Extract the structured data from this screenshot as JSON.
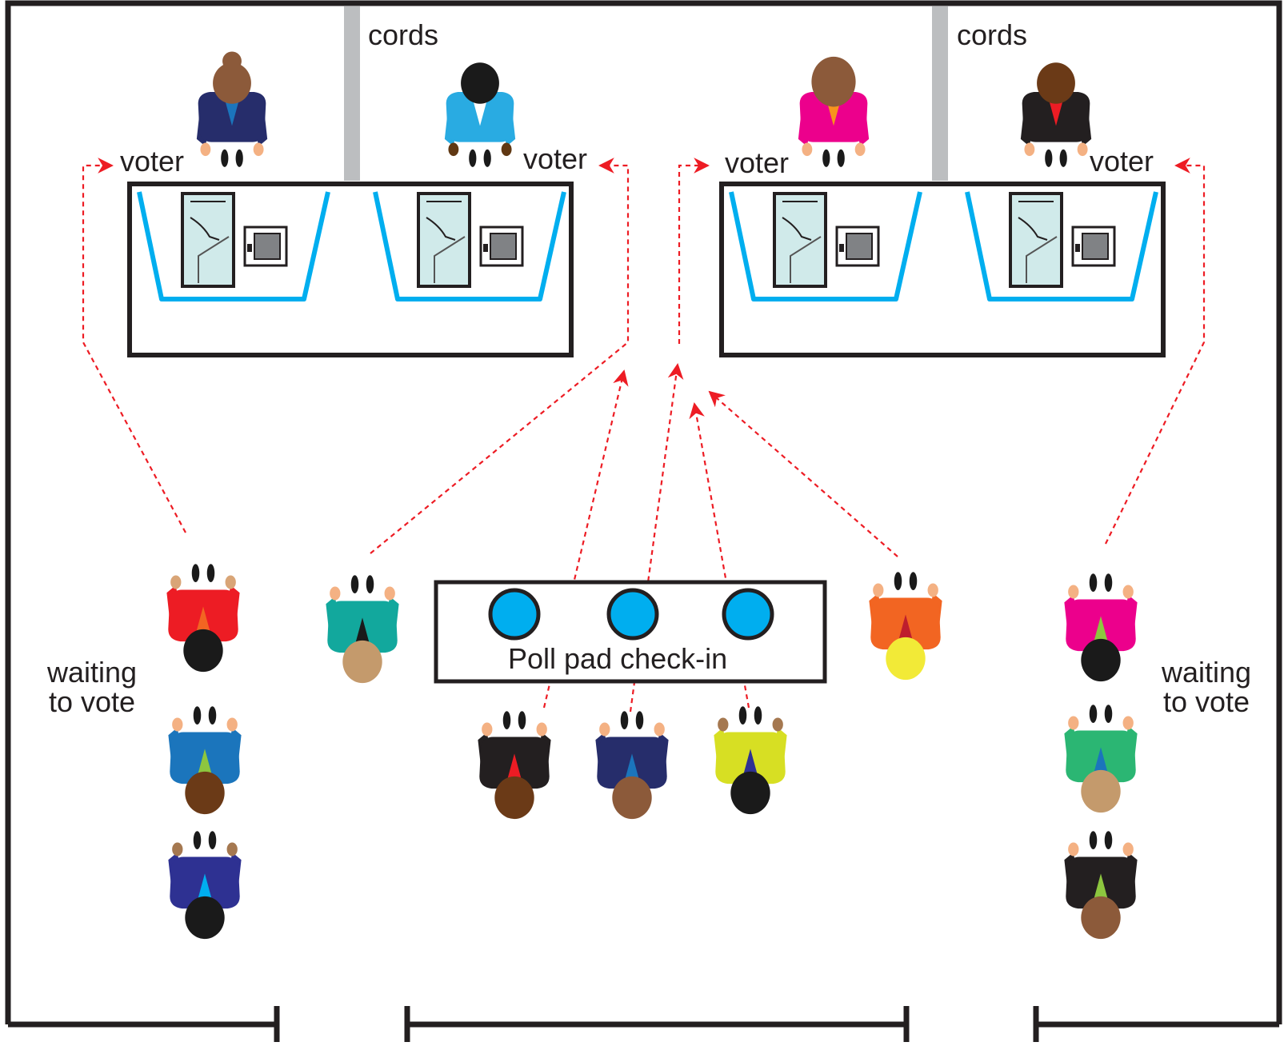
{
  "labels": {
    "cords_left": "cords",
    "cords_right": "cords",
    "voter_1": "voter",
    "voter_2": "voter",
    "voter_3": "voter",
    "voter_4": "voter",
    "checkin": "Poll pad check-in",
    "waiting_left_1": "waiting",
    "waiting_left_2": "to vote",
    "waiting_right_1": "waiting",
    "waiting_right_2": "to vote"
  },
  "colors": {
    "wall": "#231f20",
    "cord": "#bcbec0",
    "booth_outline": "#00aeef",
    "poll_pad": "#00aeef",
    "path_arrow": "#ed1c24",
    "screen": "#d0eaea"
  },
  "voting_tables": [
    {
      "booths": [
        {
          "voter": {
            "shirt": "#262d6b",
            "hair": "#8c5a3a",
            "skin": "#f4b183",
            "accent": "#1b75bc",
            "style": "bun"
          }
        },
        {
          "voter": {
            "shirt": "#29abe2",
            "hair": "#1a1a1a",
            "skin": "#603813",
            "accent": "#ffffff",
            "style": "short"
          }
        }
      ]
    },
    {
      "booths": [
        {
          "voter": {
            "shirt": "#ec008c",
            "hair": "#8c5a3a",
            "skin": "#f4b183",
            "accent": "#f7941d",
            "style": "long"
          }
        },
        {
          "voter": {
            "shirt": "#231f20",
            "hair": "#6b3a17",
            "skin": "#f4b183",
            "accent": "#ed1c24",
            "style": "short"
          }
        }
      ]
    }
  ],
  "people": [
    {
      "group": "waiting-left",
      "shirt": "#ed1c24",
      "hair": "#1a1a1a",
      "skin": "#d9a577",
      "accent": "#f26522"
    },
    {
      "group": "waiting-left",
      "shirt": "#1b75bc",
      "hair": "#6b3a17",
      "skin": "#f4b183",
      "accent": "#8dc63f"
    },
    {
      "group": "waiting-left",
      "shirt": "#2e3192",
      "hair": "#1a1a1a",
      "skin": "#a57850",
      "accent": "#00aeef"
    },
    {
      "group": "walking-to-booth",
      "shirt": "#12a89d",
      "hair": "#c49a6c",
      "skin": "#f4b183",
      "accent": "#1a1a1a"
    },
    {
      "group": "walking-to-booth",
      "shirt": "#f26522",
      "hair": "#f2ea37",
      "skin": "#f4b183",
      "accent": "#be1e2d"
    },
    {
      "group": "waiting-right",
      "shirt": "#ec008c",
      "hair": "#1a1a1a",
      "skin": "#f4b183",
      "accent": "#8dc63f"
    },
    {
      "group": "waiting-right",
      "shirt": "#2bb673",
      "hair": "#c49a6c",
      "skin": "#f4b183",
      "accent": "#1b75bc"
    },
    {
      "group": "waiting-right",
      "shirt": "#231f20",
      "hair": "#8c5a3a",
      "skin": "#f4b183",
      "accent": "#8dc63f"
    },
    {
      "group": "check-in",
      "shirt": "#231f20",
      "hair": "#6b3a17",
      "skin": "#f4b183",
      "accent": "#ed1c24"
    },
    {
      "group": "check-in",
      "shirt": "#262d6b",
      "hair": "#8c5a3a",
      "skin": "#f4b183",
      "accent": "#1b75bc"
    },
    {
      "group": "check-in",
      "shirt": "#d7df23",
      "hair": "#1a1a1a",
      "skin": "#a57850",
      "accent": "#2e3192"
    }
  ],
  "poll_pads": [
    {},
    {},
    {}
  ]
}
